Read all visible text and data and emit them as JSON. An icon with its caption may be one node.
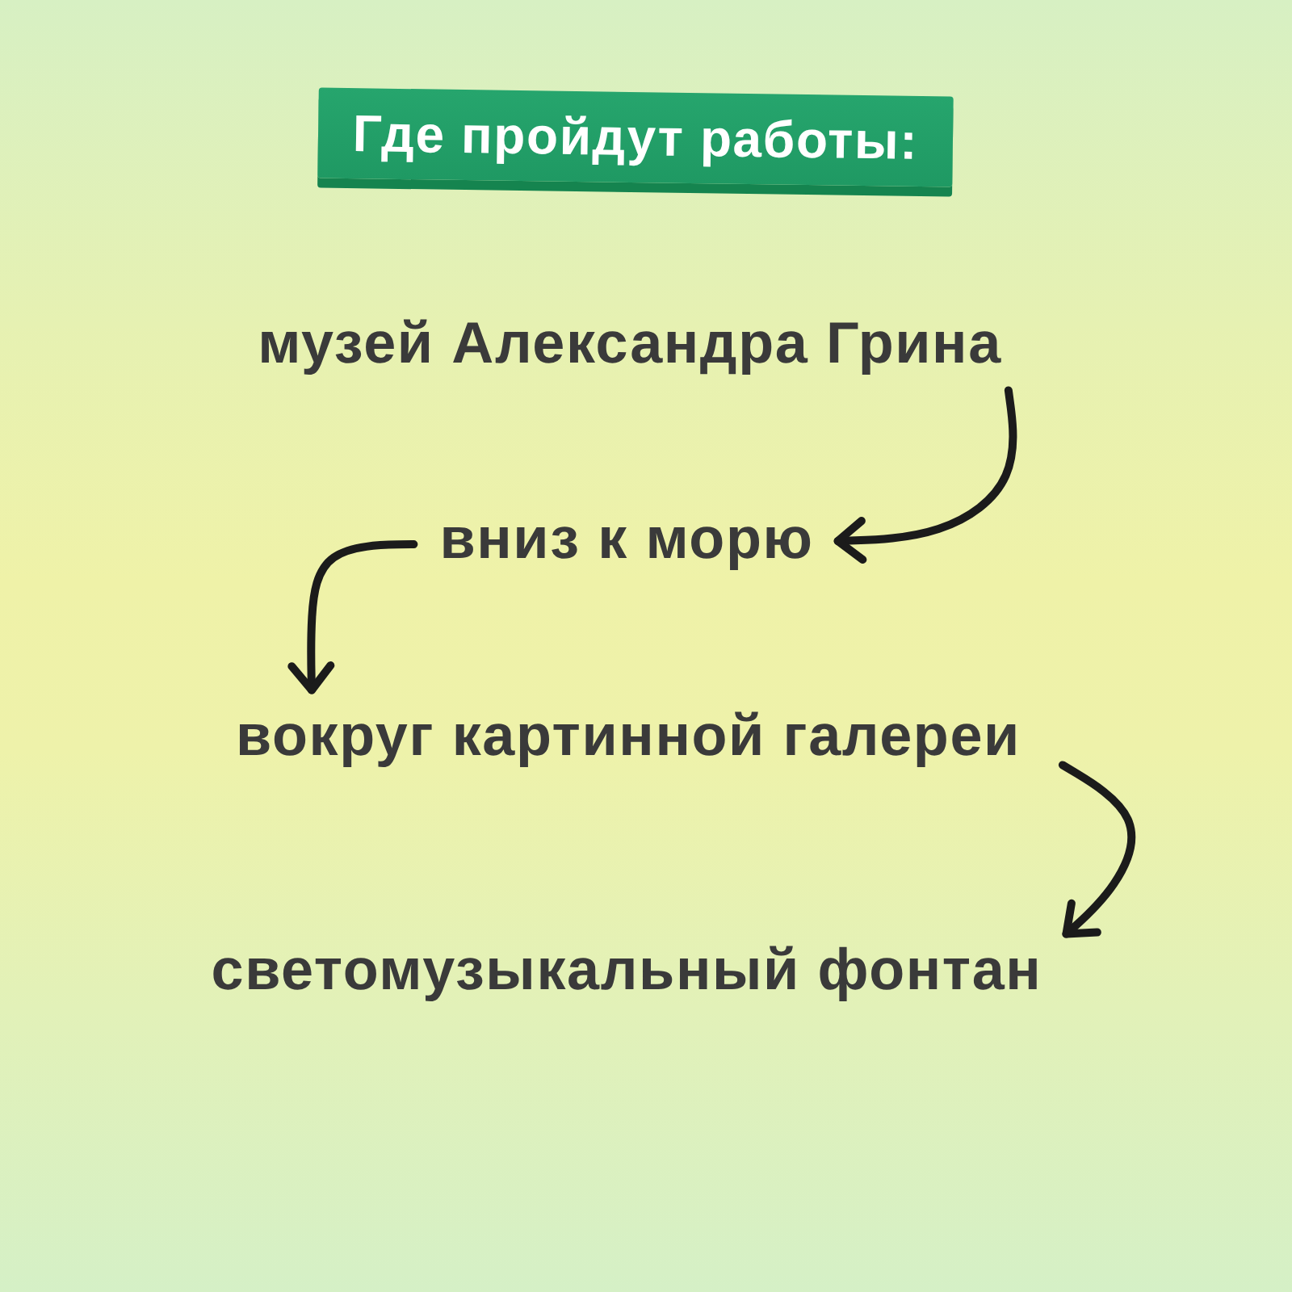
{
  "diagram": {
    "title": "Где пройдут работы:",
    "nodes": [
      {
        "text": [
          "музей Александра Грина"
        ]
      },
      {
        "text": [
          "вниз к морю"
        ]
      },
      {
        "text": [
          "вокруг картинной галереи"
        ]
      },
      {
        "text": [
          "светомузыкальный фонтан"
        ]
      }
    ],
    "edges": [
      {
        "from": 0,
        "to": 1,
        "arrow": "to"
      },
      {
        "from": 1,
        "to": 2,
        "arrow": "to"
      },
      {
        "from": 2,
        "to": 3,
        "arrow": "to"
      }
    ]
  }
}
